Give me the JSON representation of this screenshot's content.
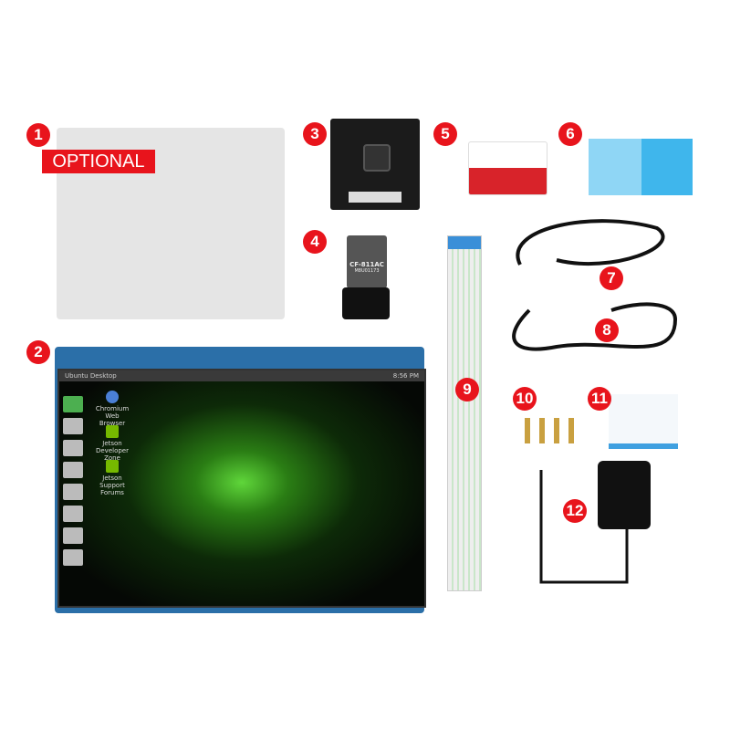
{
  "badges": [
    "1",
    "2",
    "3",
    "4",
    "5",
    "6",
    "7",
    "8",
    "9",
    "10",
    "11",
    "12"
  ],
  "optional_label": "OPTIONAL",
  "screen": {
    "title": "Ubuntu Desktop",
    "clock": "8:56 PM",
    "desktop_icons": [
      "Chromium Web Browser",
      "Jetson Developer Zone",
      "Jetson Support Forums"
    ]
  },
  "dongle": {
    "model": "CF-811AC",
    "serial": "M8U01173"
  },
  "colors": {
    "badge": "#e8141c",
    "pcb": "#2b6fa8",
    "nvidia_green": "#76b900",
    "sd_red": "#d8232a",
    "block_blue": "#5ec3ef"
  }
}
